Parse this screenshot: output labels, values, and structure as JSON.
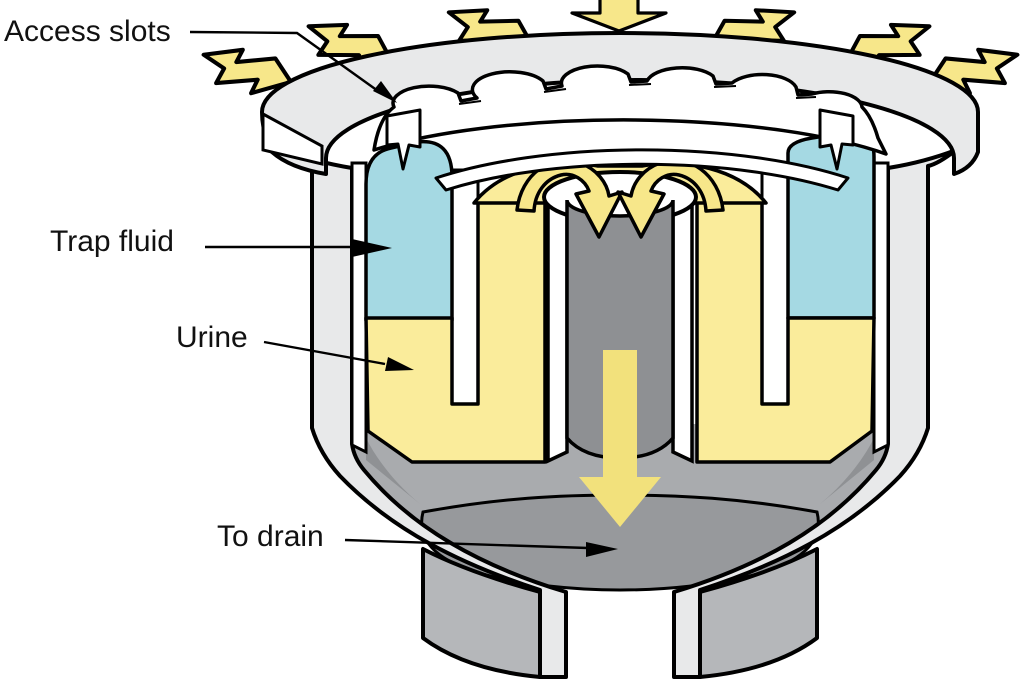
{
  "diagram": {
    "kind": "cutaway-cross-section",
    "labels": {
      "access_slots": "Access slots",
      "trap_fluid": "Trap fluid",
      "urine": "Urine",
      "to_drain": "To drain"
    }
  },
  "colors": {
    "outline": "#000000",
    "shell_gray": "#E8E9EA",
    "cut_face_white": "#FFFFFF",
    "trap_fluid_blue": "#A5D9E3",
    "urine_yellow": "#FAEC9B",
    "inflow_arrow_yellow": "#F7E78A",
    "down_arrow_yellow": "#F2E17C",
    "tube_gray": "#8E9093",
    "floor_gray": "#A9ABAE",
    "basin_gray": "#97999C",
    "spout_gray": "#B5B7BA",
    "label_text": "#111111"
  }
}
